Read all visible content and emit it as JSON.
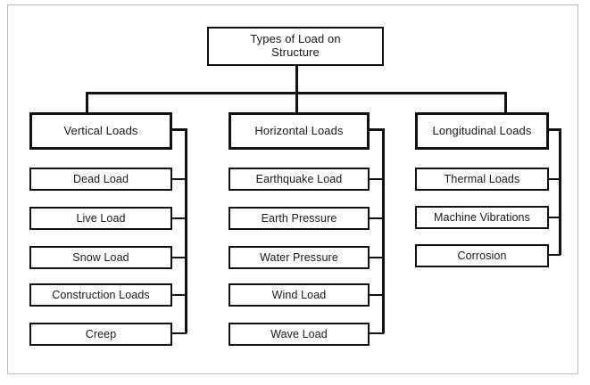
{
  "diagram": {
    "title_node": "Types of Load on Structure",
    "title_line1": "Types of Load on",
    "title_line2": "Structure",
    "branches": [
      {
        "header": "Vertical Loads",
        "children": [
          "Dead Load",
          "Live Load",
          "Snow Load",
          "Construction Loads",
          "Creep"
        ]
      },
      {
        "header": "Horizontal Loads",
        "children": [
          "Earthquake Load",
          "Earth Pressure",
          "Water Pressure",
          "Wind Load",
          "Wave Load"
        ]
      },
      {
        "header": "Longitudinal Loads",
        "children": [
          "Thermal Loads",
          "Machine Vibrations",
          "Corrosion"
        ]
      }
    ]
  },
  "chart_data": {
    "type": "table",
    "title": "Types of Load on Structure",
    "categories": [
      "Vertical Loads",
      "Horizontal Loads",
      "Longitudinal Loads"
    ],
    "series": [
      {
        "name": "Vertical Loads",
        "values": [
          "Dead Load",
          "Live Load",
          "Snow Load",
          "Construction Loads",
          "Creep"
        ]
      },
      {
        "name": "Horizontal Loads",
        "values": [
          "Earthquake Load",
          "Earth Pressure",
          "Water Pressure",
          "Wind Load",
          "Wave Load"
        ]
      },
      {
        "name": "Longitudinal Loads",
        "values": [
          "Thermal Loads",
          "Machine Vibrations",
          "Corrosion"
        ]
      }
    ]
  },
  "colors": {
    "stroke": "#111111",
    "frame": "#b9b9b9",
    "background": "#ffffff",
    "text": "#1a1a1a"
  }
}
